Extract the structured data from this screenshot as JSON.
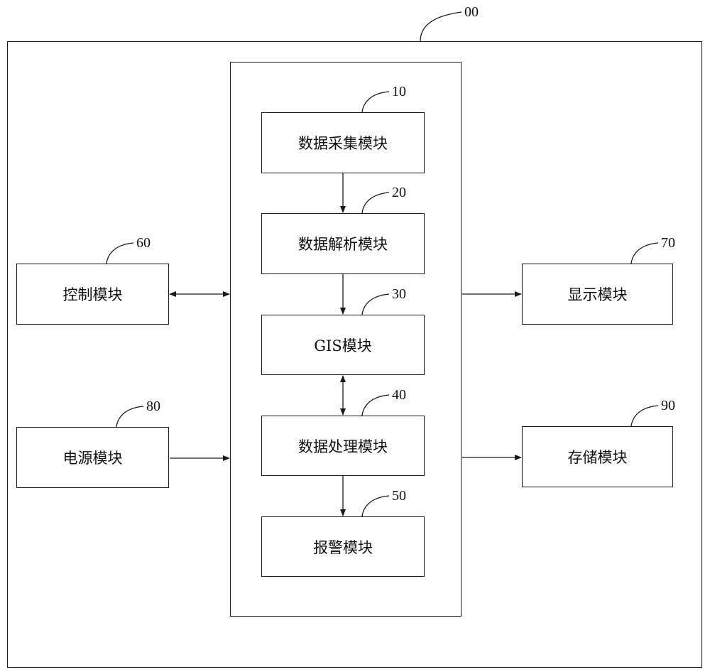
{
  "system": {
    "ref": "00"
  },
  "modules": {
    "data_collection": {
      "label": "数据采集模块",
      "ref": "10"
    },
    "data_parsing": {
      "label": "数据解析模块",
      "ref": "20"
    },
    "gis": {
      "label": "GIS模块",
      "ref": "30"
    },
    "data_processing": {
      "label": "数据处理模块",
      "ref": "40"
    },
    "alarm": {
      "label": "报警模块",
      "ref": "50"
    },
    "control": {
      "label": "控制模块",
      "ref": "60"
    },
    "display": {
      "label": "显示模块",
      "ref": "70"
    },
    "power": {
      "label": "电源模块",
      "ref": "80"
    },
    "storage": {
      "label": "存储模块",
      "ref": "90"
    }
  },
  "colors": {
    "line": "#1a1a1a",
    "background": "#ffffff",
    "text": "#111111"
  }
}
